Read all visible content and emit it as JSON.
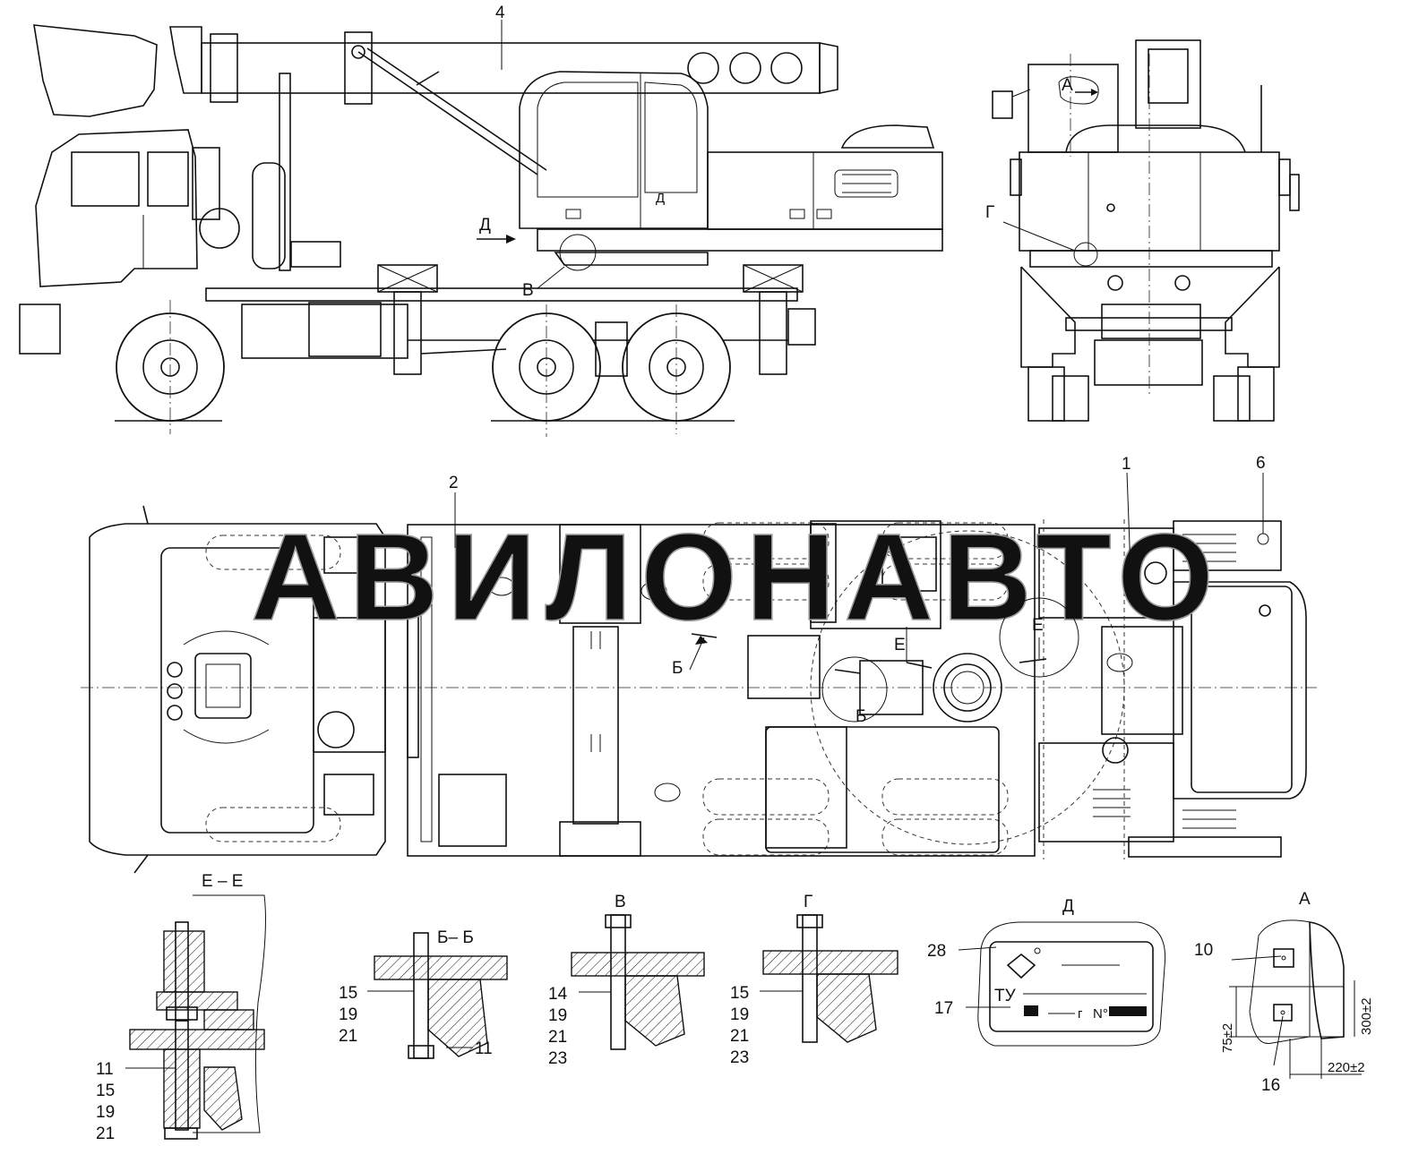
{
  "watermark": "АВИЛОНАВТО",
  "callouts": {
    "c1": "1",
    "c2": "2",
    "c4": "4",
    "c6": "6",
    "c10": "10",
    "c16": "16",
    "c17": "17",
    "c28": "28"
  },
  "view_marks": {
    "a_top": "А",
    "d_side": "Д",
    "d_cabin": "Д",
    "v_side": "В",
    "g_rear": "Г",
    "b_plan_1": "Б",
    "b_plan_2": "Б",
    "e_plan_1": "Е",
    "e_plan_2": "Е"
  },
  "sections": {
    "ee": {
      "title": "Е – Е",
      "labels": [
        "11",
        "15",
        "19",
        "21"
      ]
    },
    "bb": {
      "title": "Б– Б",
      "labels": [
        "15",
        "19",
        "21"
      ],
      "right_label": "11"
    },
    "v": {
      "title": "В",
      "labels": [
        "14",
        "19",
        "21",
        "23"
      ]
    },
    "g": {
      "title": "Г",
      "labels": [
        "15",
        "19",
        "21",
        "23"
      ]
    }
  },
  "view_d": {
    "title": "Д",
    "plate_text": "ТУ",
    "year_suffix": "г",
    "number_mark": "N°"
  },
  "view_a": {
    "title": "А",
    "dim_75": "75±2",
    "dim_300": "300±2",
    "dim_220": "220±2"
  }
}
